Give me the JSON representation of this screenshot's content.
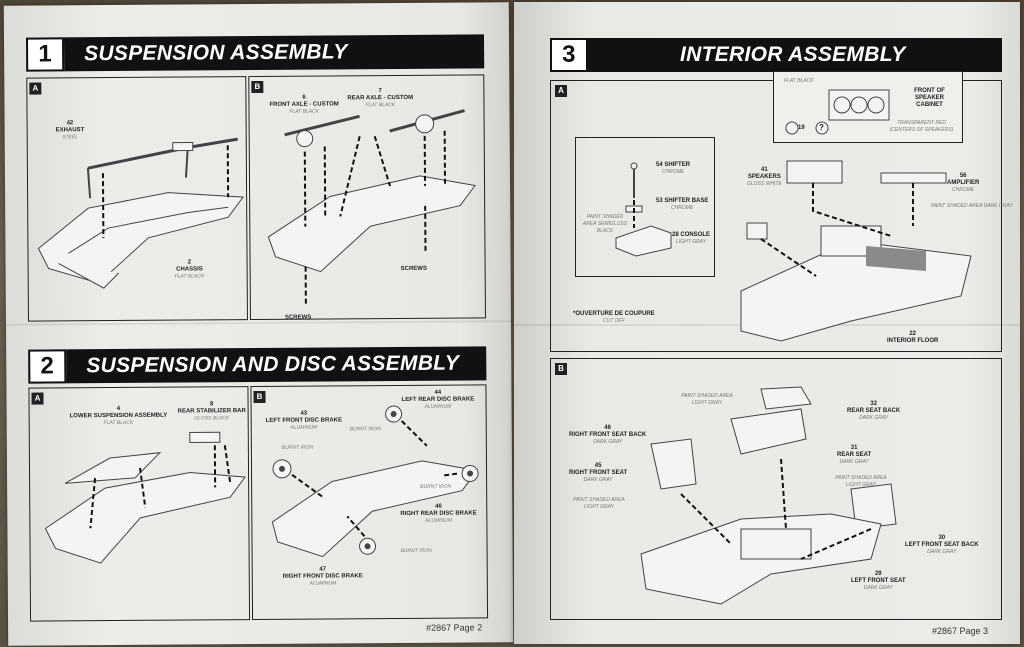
{
  "left_page": {
    "step1": {
      "number": "1",
      "title": "SUSPENSION ASSEMBLY",
      "panel_a": {
        "tag": "A",
        "labels": [
          {
            "num": "42",
            "name": "EXHAUST",
            "finish": "STEEL"
          },
          {
            "num": "2",
            "name": "CHASSIS",
            "finish": "FLAT BLACK"
          }
        ]
      },
      "panel_b": {
        "tag": "B",
        "labels": [
          {
            "num": "6",
            "name": "FRONT AXLE - CUSTOM",
            "finish": "FLAT BLACK"
          },
          {
            "num": "7",
            "name": "REAR AXLE - CUSTOM",
            "finish": "FLAT BLACK"
          },
          {
            "num": "",
            "name": "SCREWS",
            "finish": ""
          },
          {
            "num": "",
            "name": "SCREWS",
            "finish": ""
          }
        ]
      }
    },
    "step2": {
      "number": "2",
      "title": "SUSPENSION AND DISC ASSEMBLY",
      "panel_a": {
        "tag": "A",
        "labels": [
          {
            "num": "4",
            "name": "LOWER SUSPENSION ASSEMBLY",
            "finish": "FLAT BLACK"
          },
          {
            "num": "8",
            "name": "REAR STABILIZER BAR",
            "finish": "GLOSS BLACK"
          }
        ]
      },
      "panel_b": {
        "tag": "B",
        "labels": [
          {
            "num": "43",
            "name": "LEFT FRONT DISC BRAKE",
            "finish": "ALUMINUM"
          },
          {
            "num": "44",
            "name": "LEFT REAR DISC BRAKE",
            "finish": "ALUMINUM"
          },
          {
            "num": "46",
            "name": "RIGHT REAR DISC BRAKE",
            "finish": "ALUMINUM"
          },
          {
            "num": "47",
            "name": "RIGHT FRONT DISC BRAKE",
            "finish": "ALUMINUM"
          }
        ],
        "notes": [
          "BURNT IRON",
          "BURNT IRON",
          "BURNT IRON",
          "BURNT IRON"
        ]
      }
    },
    "footer": "#2867 Page 2"
  },
  "right_page": {
    "step3": {
      "number": "3",
      "title": "INTERIOR ASSEMBLY",
      "panel_a": {
        "tag": "A",
        "labels": [
          {
            "num": "54",
            "name": "SHIFTER",
            "finish": "CHROME"
          },
          {
            "num": "53",
            "name": "SHIFTER BASE",
            "finish": "CHROME"
          },
          {
            "num": "28",
            "name": "CONSOLE",
            "finish": "LIGHT GRAY"
          },
          {
            "num": "41",
            "name": "SPEAKERS",
            "finish": "GLOSS WHITE"
          },
          {
            "num": "56",
            "name": "AMPLIFIER",
            "finish": "CHROME"
          },
          {
            "num": "22",
            "name": "INTERIOR FLOOR",
            "finish": ""
          }
        ],
        "notes": {
          "shaded_semigloss": "PAINT SHADED AREA SEMIGLOSS BLACK",
          "shaded_dark_gray": "PAINT SHADED AREA DARK GRAY",
          "flat_black": "FLAT BLACK",
          "front_speaker": "FRONT OF SPEAKER CABINET",
          "transparent_red": "TRANSPARENT RED (CENTERS OF SPEAKERS)",
          "cut_off": "*OUVERTURE DE COUPURE",
          "cut_off_en": "CUT OFF",
          "part_19": "19",
          "question": "?"
        }
      },
      "panel_b": {
        "tag": "B",
        "labels": [
          {
            "num": "32",
            "name": "REAR SEAT BACK",
            "finish": "DARK GRAY"
          },
          {
            "num": "31",
            "name": "REAR SEAT",
            "finish": "DARK GRAY"
          },
          {
            "num": "46",
            "name": "RIGHT FRONT SEAT BACK",
            "finish": "DARK GRAY"
          },
          {
            "num": "45",
            "name": "RIGHT FRONT SEAT",
            "finish": "DARK GRAY"
          },
          {
            "num": "30",
            "name": "LEFT FRONT SEAT BACK",
            "finish": "DARK GRAY"
          },
          {
            "num": "29",
            "name": "LEFT FRONT SEAT",
            "finish": "DARK GRAY"
          }
        ],
        "notes": [
          "PAINT SHADED AREA LIGHT GRAY",
          "PAINT SHADED AREA LIGHT GRAY",
          "PAINT SHADED AREA LIGHT GRAY"
        ]
      }
    },
    "footer": "#2867 Page 3"
  }
}
